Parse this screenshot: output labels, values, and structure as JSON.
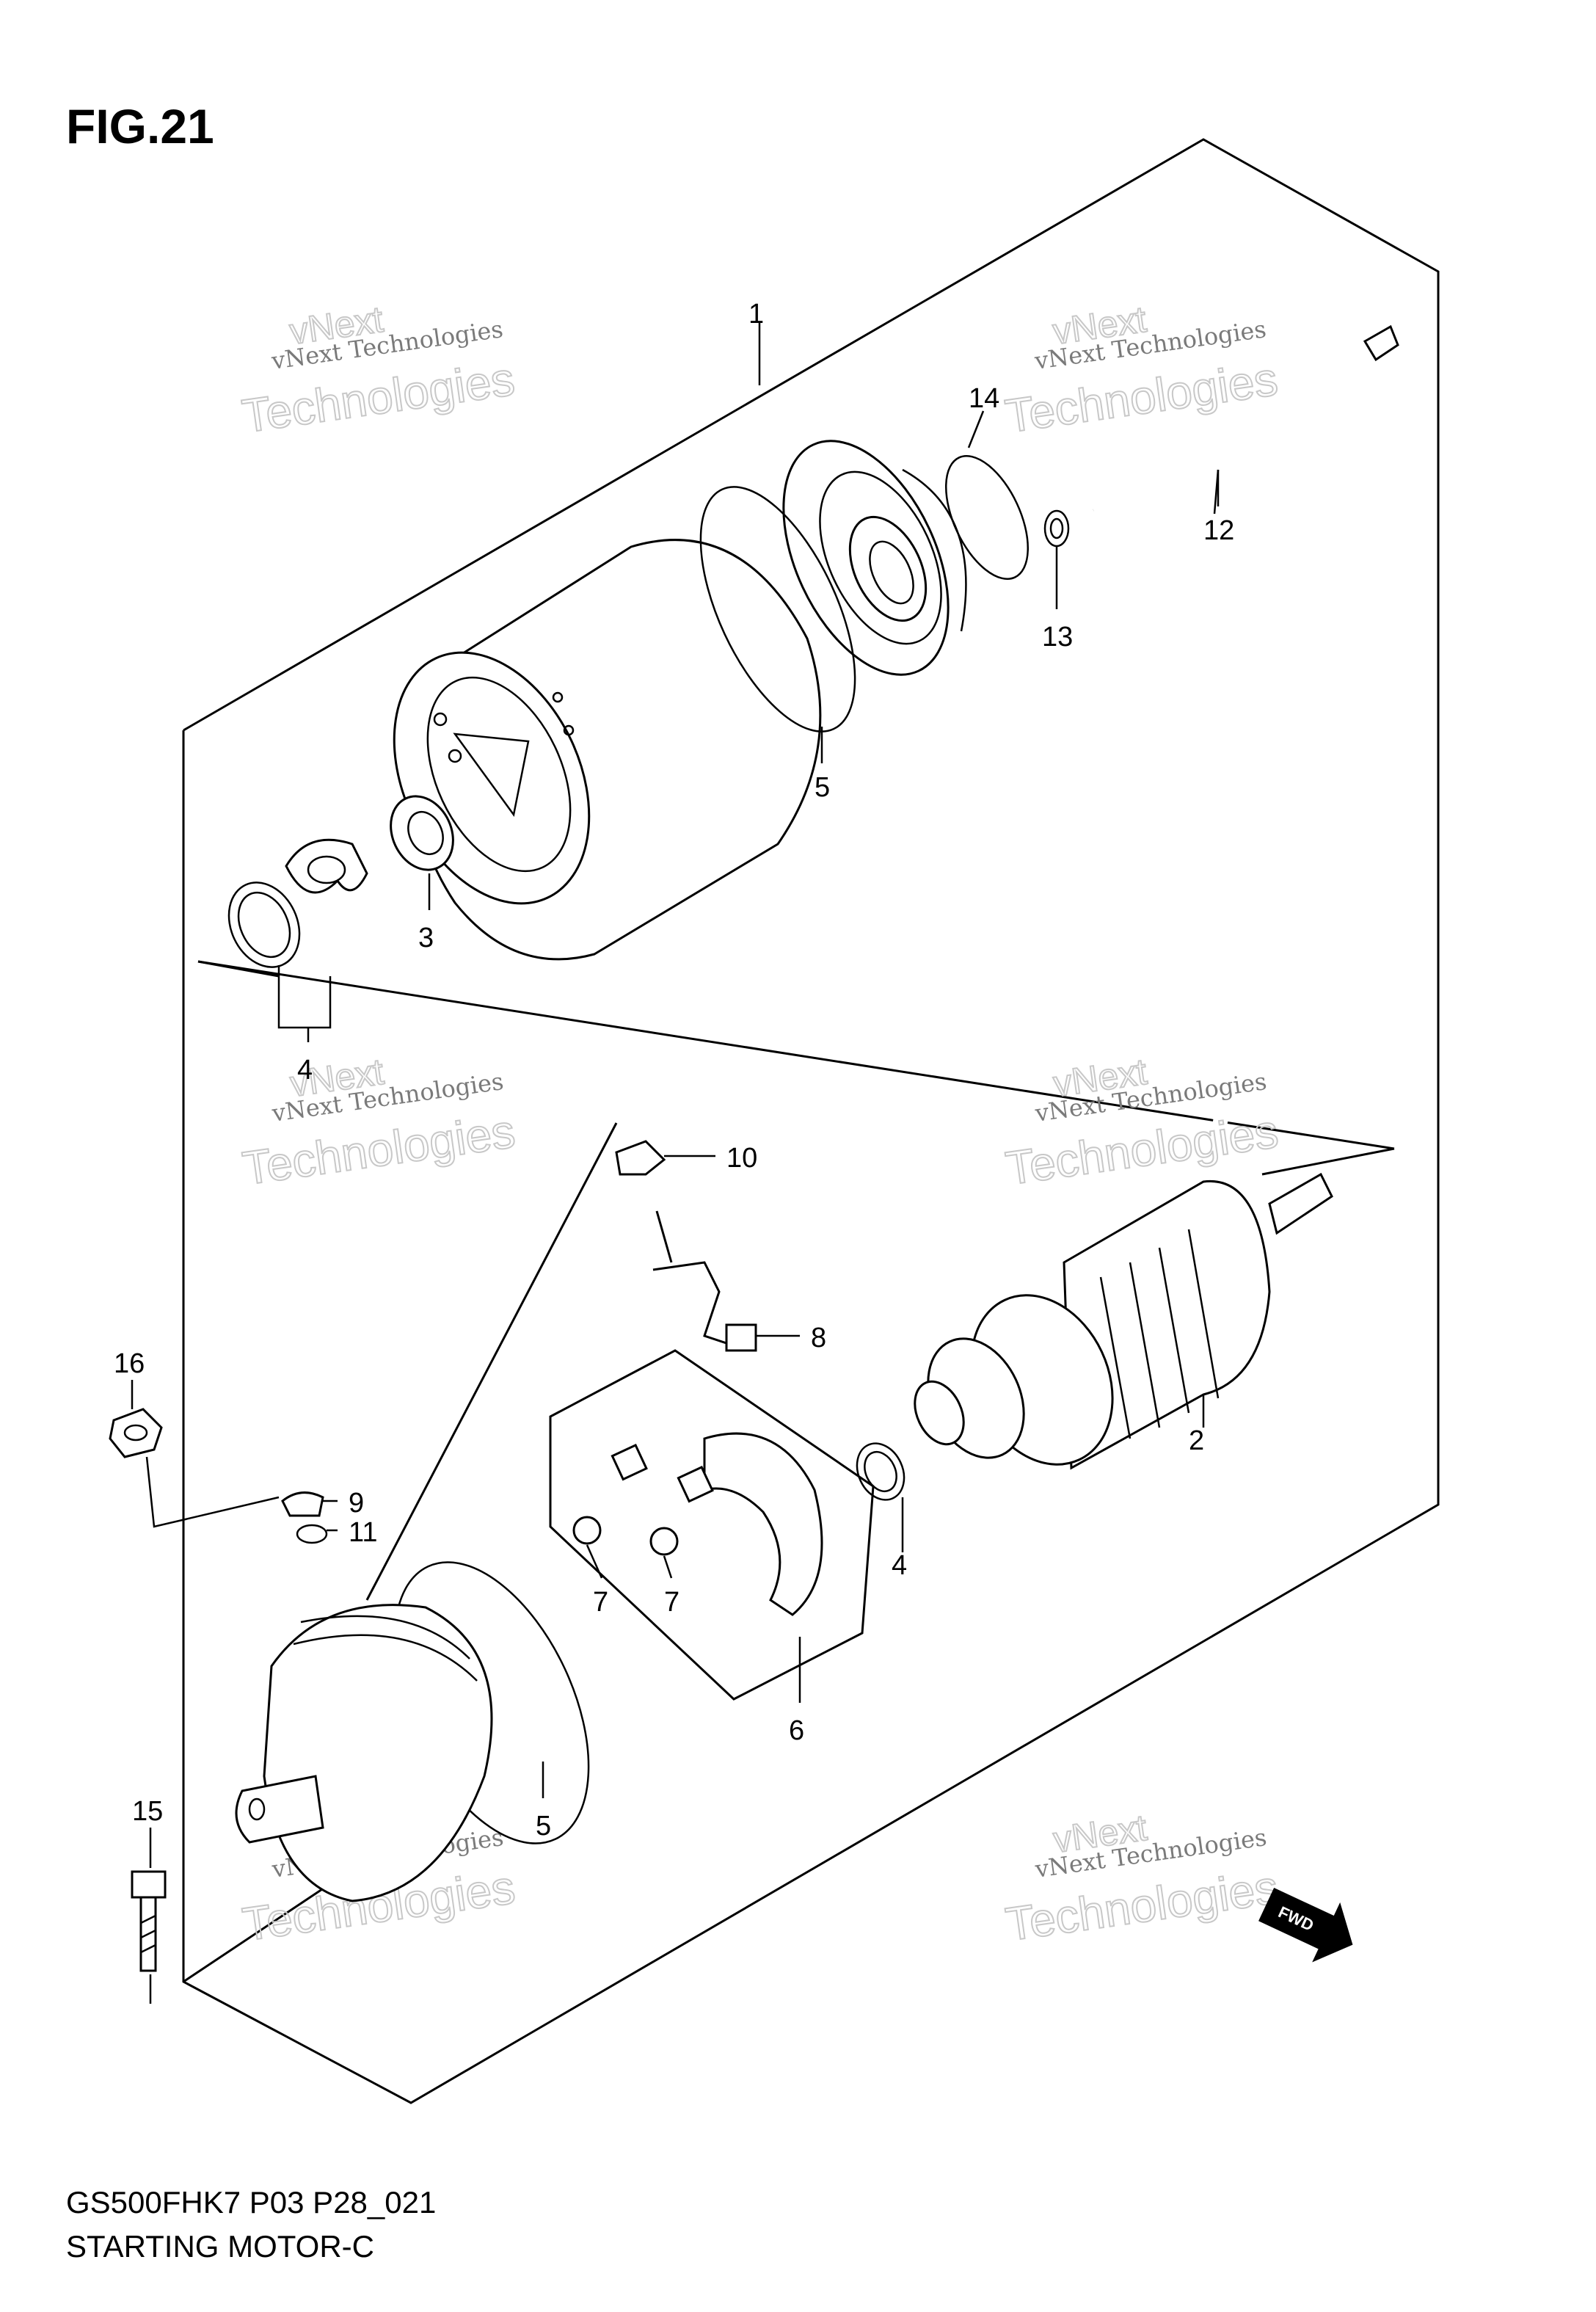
{
  "figure": {
    "title": "FIG.21",
    "model_code": "GS500FHK7 P03 P28_021",
    "diagram_name": "STARTING MOTOR-C"
  },
  "watermark": {
    "line1": "vNext Technologies",
    "line2": "Technologies",
    "line3": "vNext"
  },
  "fwd_label": "FWD",
  "callouts": {
    "c1": "1",
    "c2": "2",
    "c3": "3",
    "c4a": "4",
    "c4b": "4",
    "c5a": "5",
    "c5b": "5",
    "c6": "6",
    "c7a": "7",
    "c7b": "7",
    "c8": "8",
    "c9": "9",
    "c10": "10",
    "c11": "11",
    "c12": "12",
    "c13": "13",
    "c14": "14",
    "c15": "15",
    "c16": "16"
  }
}
